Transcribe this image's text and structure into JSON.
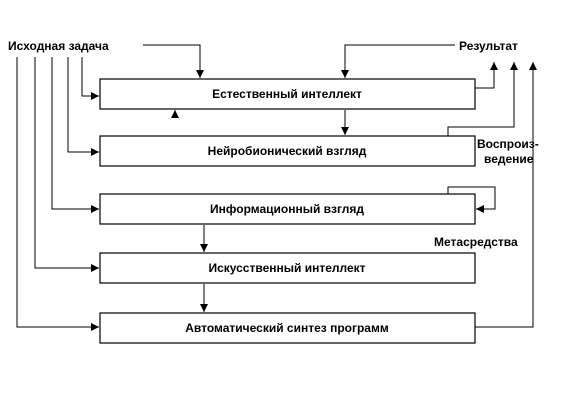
{
  "labels": {
    "source_task": "Исходная задача",
    "result": "Результат",
    "reproduction_line1": "Воспроиз-",
    "reproduction_line2": "ведение",
    "meta_means": "Метасредства"
  },
  "boxes": [
    {
      "id": "natural",
      "label": "Естественный интеллект"
    },
    {
      "id": "neuro",
      "label": "Нейробионический взгляд"
    },
    {
      "id": "info",
      "label": "Информационный взгляд"
    },
    {
      "id": "ai",
      "label": "Искусственный интеллект"
    },
    {
      "id": "synth",
      "label": "Автоматический синтез программ"
    }
  ],
  "colors": {
    "stroke": "#000000",
    "background": "#ffffff"
  }
}
